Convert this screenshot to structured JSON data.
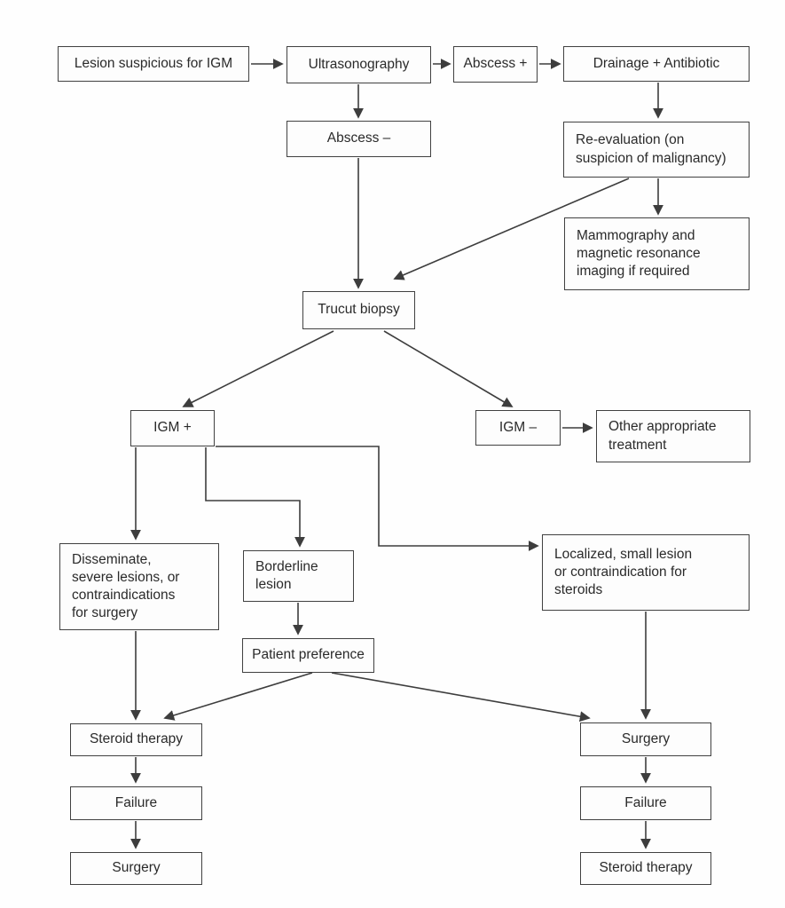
{
  "figure": {
    "type": "flowchart",
    "background_color": "#fefefe",
    "line_color": "#3d3d3d",
    "nodes": {
      "lesion": {
        "label": "Lesion suspicious for IGM"
      },
      "ultrasonography": {
        "label": "Ultrasonography"
      },
      "abscess_pos": {
        "label": "Abscess +"
      },
      "drainage": {
        "label": "Drainage + Antibiotic"
      },
      "abscess_neg": {
        "label": "Abscess –"
      },
      "reevaluation": {
        "label": "Re-evaluation (on suspicion of malignancy)"
      },
      "mammography": {
        "label": "Mammography and magnetic resonance imaging if required"
      },
      "trucut": {
        "label": "Trucut biopsy"
      },
      "igm_pos": {
        "label": "IGM +"
      },
      "igm_neg": {
        "label": "IGM –"
      },
      "other_treatment": {
        "label": "Other appropriate treatment"
      },
      "disseminate": {
        "label": "Disseminate, severe lesions, or contraindications for surgery"
      },
      "borderline": {
        "label": "Borderline lesion"
      },
      "localized": {
        "label": "Localized, small lesion or contraindication for steroids"
      },
      "patient_preference": {
        "label": "Patient preference"
      },
      "steroid_left": {
        "label": "Steroid therapy"
      },
      "failure_left": {
        "label": "Failure"
      },
      "surgery_left": {
        "label": "Surgery"
      },
      "surgery_right": {
        "label": "Surgery"
      },
      "failure_right": {
        "label": "Failure"
      },
      "steroid_right": {
        "label": "Steroid therapy"
      }
    },
    "edges": [
      {
        "from": "lesion",
        "to": "ultrasonography"
      },
      {
        "from": "ultrasonography",
        "to": "abscess_pos"
      },
      {
        "from": "abscess_pos",
        "to": "drainage"
      },
      {
        "from": "ultrasonography",
        "to": "abscess_neg"
      },
      {
        "from": "drainage",
        "to": "reevaluation"
      },
      {
        "from": "reevaluation",
        "to": "mammography"
      },
      {
        "from": "reevaluation",
        "to": "trucut"
      },
      {
        "from": "abscess_neg",
        "to": "trucut"
      },
      {
        "from": "trucut",
        "to": "igm_pos"
      },
      {
        "from": "trucut",
        "to": "igm_neg"
      },
      {
        "from": "igm_neg",
        "to": "other_treatment"
      },
      {
        "from": "igm_pos",
        "to": "disseminate"
      },
      {
        "from": "igm_pos",
        "to": "borderline"
      },
      {
        "from": "igm_pos",
        "to": "localized"
      },
      {
        "from": "borderline",
        "to": "patient_preference"
      },
      {
        "from": "disseminate",
        "to": "steroid_left"
      },
      {
        "from": "patient_preference",
        "to": "steroid_left"
      },
      {
        "from": "patient_preference",
        "to": "surgery_right"
      },
      {
        "from": "localized",
        "to": "surgery_right"
      },
      {
        "from": "steroid_left",
        "to": "failure_left"
      },
      {
        "from": "failure_left",
        "to": "surgery_left"
      },
      {
        "from": "surgery_right",
        "to": "failure_right"
      },
      {
        "from": "failure_right",
        "to": "steroid_right"
      }
    ]
  }
}
